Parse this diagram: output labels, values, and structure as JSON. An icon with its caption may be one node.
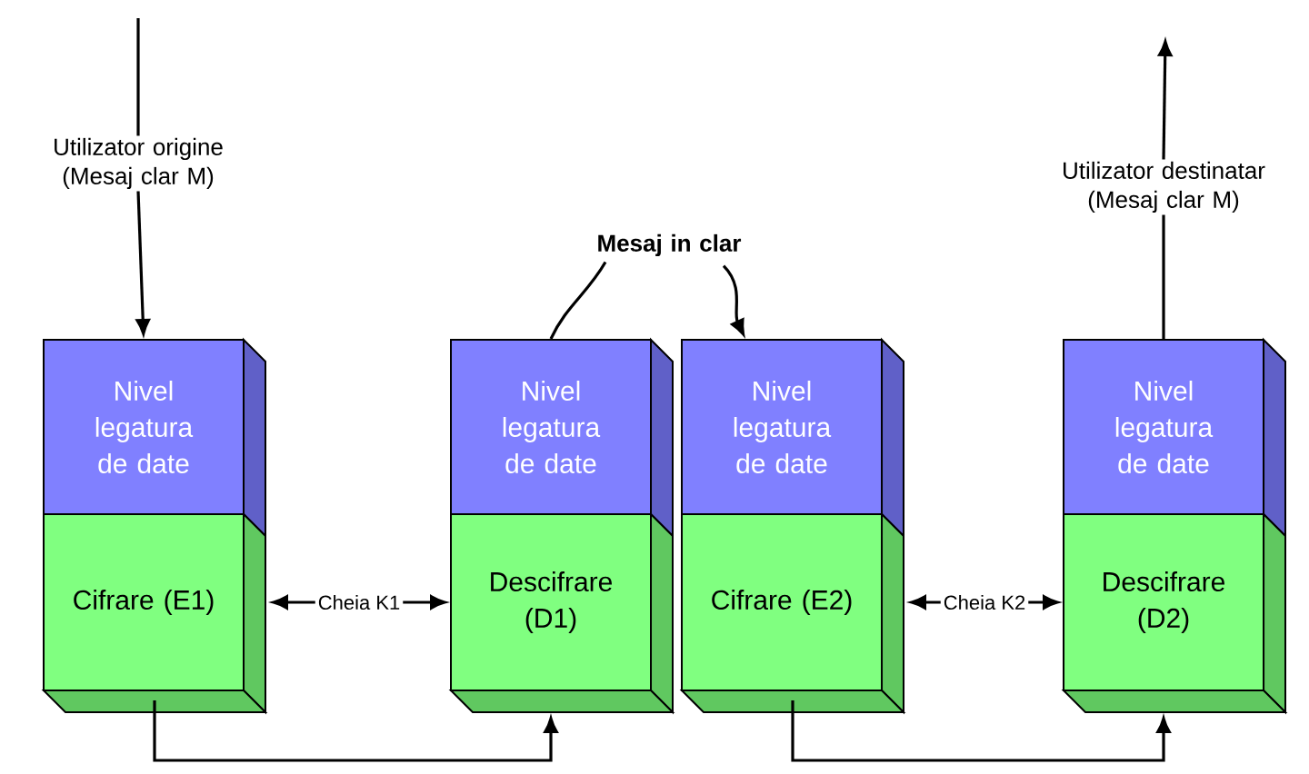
{
  "diagram": {
    "nodes": [
      {
        "text": [
          "Utilizator origine (Mesaj clar M)"
        ]
      },
      {
        "text": [
          "Utilizator destinatar (Mesaj clar M)"
        ]
      },
      {
        "text": [
          "Mesaj  in clar"
        ]
      },
      {
        "text": [
          "Nivel legatura de date"
        ]
      },
      {
        "text": [
          "Cifrare (E1)"
        ]
      },
      {
        "text": [
          "Nivel legatura de date"
        ]
      },
      {
        "text": [
          "Descifrare (D1)"
        ]
      },
      {
        "text": [
          "Nivel legatura de date"
        ]
      },
      {
        "text": [
          "Cifrare (E2)"
        ]
      },
      {
        "text": [
          "Nivel legatura de date"
        ]
      },
      {
        "text": [
          "Descifrare (D2)"
        ]
      }
    ],
    "edges": [
      {
        "from": null,
        "to": 0,
        "arrow": "none"
      },
      {
        "from": 0,
        "to": 3,
        "arrow": "to"
      },
      {
        "from": 9,
        "to": 1,
        "arrow": "none"
      },
      {
        "from": 1,
        "to": null,
        "arrow": "to"
      },
      {
        "from": 2,
        "to": 5,
        "arrow": "none"
      },
      {
        "from": 2,
        "to": 7,
        "arrow": "to"
      },
      {
        "from": 4,
        "to": 6,
        "arrow": "both",
        "label": "Cheia K1"
      },
      {
        "from": 8,
        "to": 10,
        "arrow": "both",
        "label": "Cheia K2"
      },
      {
        "from": 4,
        "to": 6,
        "arrow": "to"
      },
      {
        "from": 8,
        "to": 10,
        "arrow": "to"
      }
    ]
  }
}
